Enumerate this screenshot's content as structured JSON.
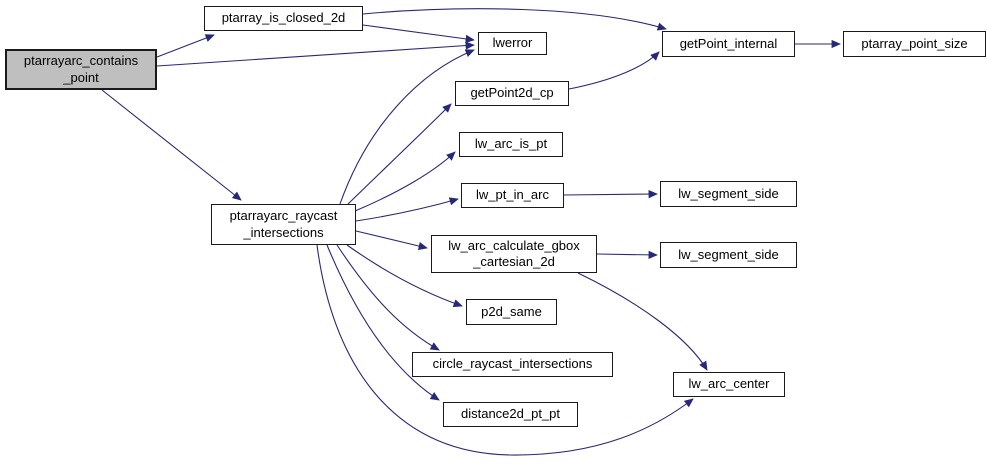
{
  "diagram": {
    "type": "call-graph",
    "edge_color": "#282878",
    "node_border_color": "#1a1a1a",
    "node_fill": "#ffffff",
    "highlighted_node_fill": "#bfbfbf",
    "nodes": [
      {
        "id": "ptarrayarc_contains_point",
        "label": "ptarrayarc_contains\n_point",
        "highlighted": true
      },
      {
        "id": "ptarray_is_closed_2d",
        "label": "ptarray_is_closed_2d",
        "highlighted": false
      },
      {
        "id": "lwerror",
        "label": "lwerror",
        "highlighted": false
      },
      {
        "id": "getPoint_internal",
        "label": "getPoint_internal",
        "highlighted": false
      },
      {
        "id": "ptarray_point_size",
        "label": "ptarray_point_size",
        "highlighted": false
      },
      {
        "id": "getPoint2d_cp",
        "label": "getPoint2d_cp",
        "highlighted": false
      },
      {
        "id": "lw_arc_is_pt",
        "label": "lw_arc_is_pt",
        "highlighted": false
      },
      {
        "id": "lw_pt_in_arc",
        "label": "lw_pt_in_arc",
        "highlighted": false
      },
      {
        "id": "lw_segment_side_1",
        "label": "lw_segment_side",
        "highlighted": false
      },
      {
        "id": "ptarrayarc_raycast_intersections",
        "label": "ptarrayarc_raycast\n_intersections",
        "highlighted": false
      },
      {
        "id": "lw_arc_calculate_gbox_cartesian_2d",
        "label": "lw_arc_calculate_gbox\n_cartesian_2d",
        "highlighted": false
      },
      {
        "id": "lw_segment_side_2",
        "label": "lw_segment_side",
        "highlighted": false
      },
      {
        "id": "p2d_same",
        "label": "p2d_same",
        "highlighted": false
      },
      {
        "id": "circle_raycast_intersections",
        "label": "circle_raycast_intersections",
        "highlighted": false
      },
      {
        "id": "lw_arc_center",
        "label": "lw_arc_center",
        "highlighted": false
      },
      {
        "id": "distance2d_pt_pt",
        "label": "distance2d_pt_pt",
        "highlighted": false
      }
    ],
    "edges": [
      {
        "from": "ptarrayarc_contains_point",
        "to": "ptarray_is_closed_2d"
      },
      {
        "from": "ptarrayarc_contains_point",
        "to": "lwerror"
      },
      {
        "from": "ptarrayarc_contains_point",
        "to": "ptarrayarc_raycast_intersections"
      },
      {
        "from": "ptarray_is_closed_2d",
        "to": "lwerror"
      },
      {
        "from": "ptarray_is_closed_2d",
        "to": "getPoint_internal"
      },
      {
        "from": "getPoint_internal",
        "to": "ptarray_point_size"
      },
      {
        "from": "getPoint2d_cp",
        "to": "getPoint_internal"
      },
      {
        "from": "ptarrayarc_raycast_intersections",
        "to": "lwerror"
      },
      {
        "from": "ptarrayarc_raycast_intersections",
        "to": "getPoint2d_cp"
      },
      {
        "from": "ptarrayarc_raycast_intersections",
        "to": "lw_arc_is_pt"
      },
      {
        "from": "ptarrayarc_raycast_intersections",
        "to": "lw_pt_in_arc"
      },
      {
        "from": "ptarrayarc_raycast_intersections",
        "to": "lw_arc_calculate_gbox_cartesian_2d"
      },
      {
        "from": "ptarrayarc_raycast_intersections",
        "to": "p2d_same"
      },
      {
        "from": "ptarrayarc_raycast_intersections",
        "to": "circle_raycast_intersections"
      },
      {
        "from": "ptarrayarc_raycast_intersections",
        "to": "distance2d_pt_pt"
      },
      {
        "from": "ptarrayarc_raycast_intersections",
        "to": "lw_arc_center"
      },
      {
        "from": "lw_pt_in_arc",
        "to": "lw_segment_side_1"
      },
      {
        "from": "lw_arc_calculate_gbox_cartesian_2d",
        "to": "lw_segment_side_2"
      },
      {
        "from": "lw_arc_calculate_gbox_cartesian_2d",
        "to": "lw_arc_center"
      }
    ]
  }
}
